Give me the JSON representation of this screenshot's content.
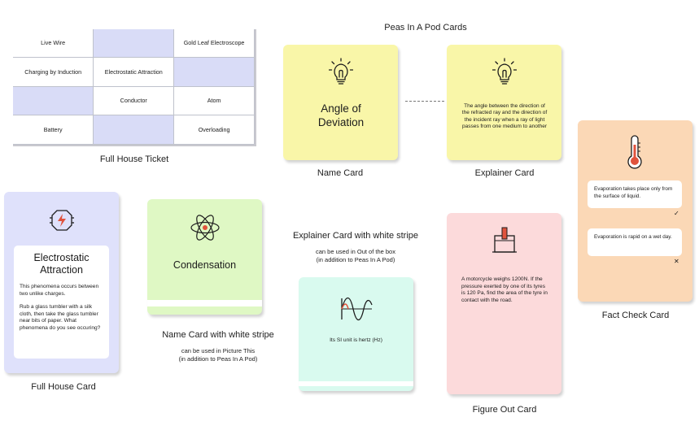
{
  "titles": {
    "peas_in_a_pod": "Peas In A Pod Cards",
    "full_house_ticket": "Full House Ticket",
    "name_card": "Name Card",
    "explainer_card": "Explainer Card",
    "fact_check_card": "Fact Check Card",
    "full_house_card": "Full House Card",
    "name_card_stripe": "Name Card with white stripe",
    "name_card_stripe_note_1": "can be used in Picture This",
    "name_card_stripe_note_2": "(in addition to Peas In A Pod)",
    "explainer_stripe": "Explainer Card with white stripe",
    "explainer_stripe_note_1": "can be used in Out of the box",
    "explainer_stripe_note_2": "(in addition to Peas In A Pod)",
    "figure_out_card": "Figure Out Card"
  },
  "ticket": {
    "rows": [
      [
        "Live Wire",
        "",
        "Gold Leaf Electroscope"
      ],
      [
        "Charging by Induction",
        "Electrostatic Attraction",
        ""
      ],
      [
        "",
        "Conductor",
        "Atom"
      ],
      [
        "Battery",
        "",
        "Overloading"
      ]
    ]
  },
  "name_card": {
    "title": "Angle of Deviation",
    "icon": "lightbulb-icon",
    "color": "#f9f6a8"
  },
  "explainer_card": {
    "text": "The angle between the direction of the refracted ray and the direction of the incident ray when a ray of light passes from one medium to another",
    "icon": "lightbulb-icon",
    "color": "#f9f6a8"
  },
  "fact_check_card": {
    "icon": "thermometer-icon",
    "color": "#fbd8b6",
    "facts": [
      {
        "text": "Evaporation takes place only from the surface of liquid.",
        "mark": "✓"
      },
      {
        "text": "Evaporation is rapid on a wet day.",
        "mark": "✕"
      }
    ]
  },
  "full_house_card": {
    "icon": "lightning-gear-icon",
    "color": "#dfe1fb",
    "title": "Electrostatic Attraction",
    "para_1": "This phenomena occurs between two unlike charges.",
    "para_2": "Rub a glass tumbler with a silk cloth, then take the glass tumbler near bits of paper. What phenomena do you see occuring?"
  },
  "condensation_card": {
    "title": "Condensation",
    "icon": "atom-icon",
    "color": "#dff8c4"
  },
  "wave_card": {
    "text": "Its SI unit is hertz (Hz)",
    "icon": "wave-icon",
    "color": "#d9faef"
  },
  "figure_out_card": {
    "icon": "pressure-block-icon",
    "color": "#fcdadb",
    "text": "A motorcycle weighs 1200N. If the pressure exerted by one of its tyres is 120 Pa, find the area of the tyre in contact with the road."
  }
}
